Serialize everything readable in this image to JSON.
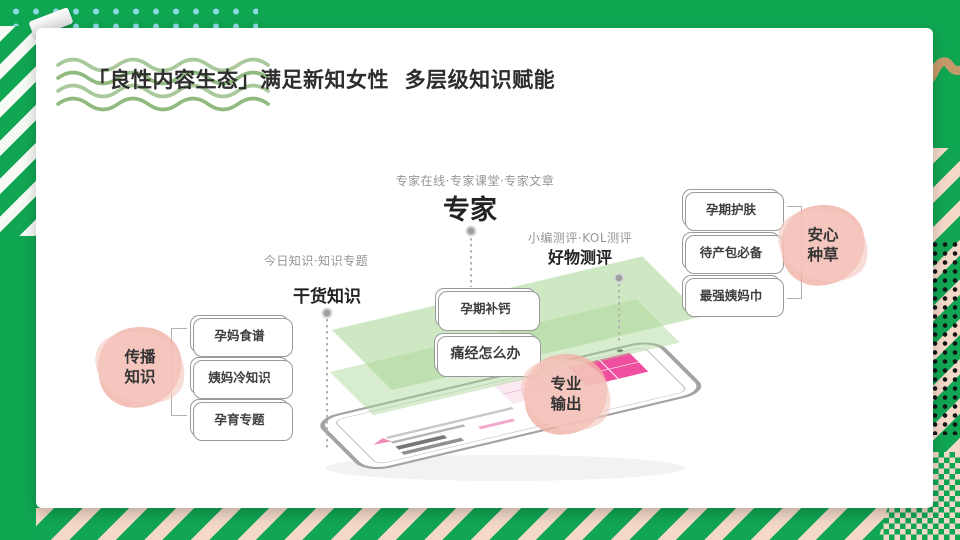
{
  "slide": {
    "title": "「良性内容生态」满足新知女性  多层级知识赋能"
  },
  "nodes": {
    "expert": {
      "subtitle": "专家在线·专家课堂·专家文章",
      "label": "专家"
    },
    "review": {
      "subtitle": "小编测评·KOL测评",
      "label": "好物测评"
    },
    "knowledge": {
      "subtitle": "今日知识·知识专题",
      "label": "干货知识"
    }
  },
  "left_group": {
    "blob_line1": "传播",
    "blob_line2": "知识",
    "items": [
      "孕妈食谱",
      "姨妈冷知识",
      "孕育专题"
    ]
  },
  "right_group": {
    "blob_line1": "安心",
    "blob_line2": "种草",
    "items": [
      "孕期护肤",
      "待产包必备",
      "最强姨妈巾"
    ]
  },
  "screen_tags": [
    "孕期补钙",
    "痛经怎么办"
  ],
  "output_blob": {
    "line1": "专业",
    "line2": "输出"
  },
  "colors": {
    "frame_green": "#0fa652",
    "polka_dot_blue": "#8fd9e3",
    "stripe_cream": "#f4d9c8",
    "blob_pink": "#f1b2a7",
    "screen_magenta": "#ef4f9e",
    "wave_green": "#9fc291",
    "squiggle_tan": "#c59a6b"
  }
}
